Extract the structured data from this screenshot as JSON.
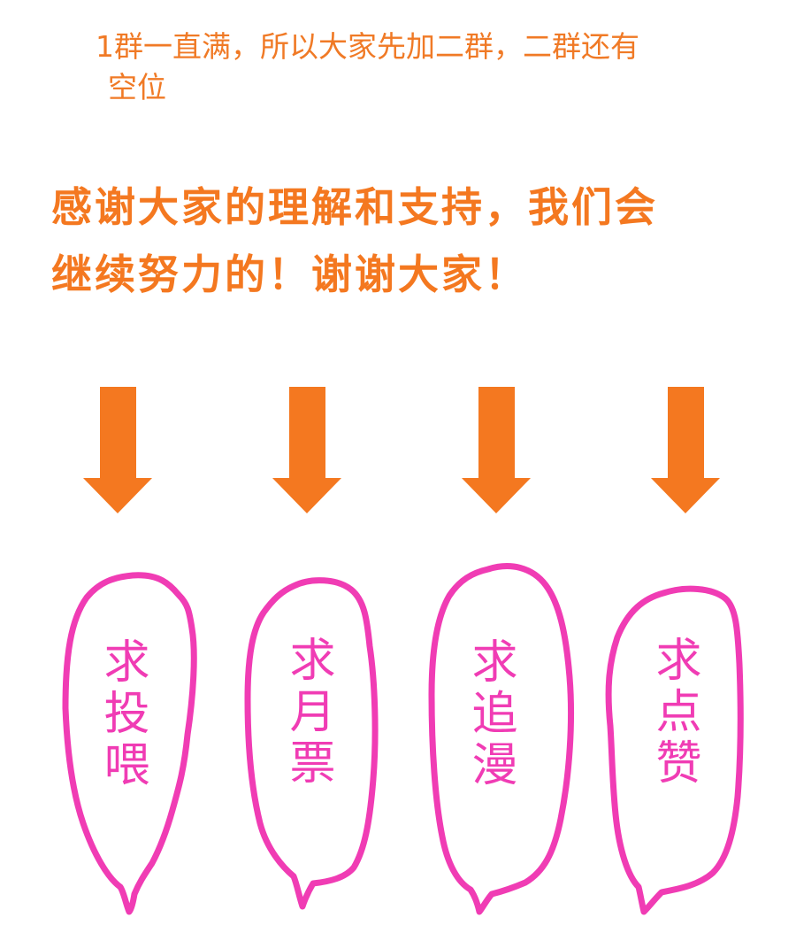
{
  "notice": {
    "line1": "1群一直满，所以大家先加二群，二群还有",
    "line2": "空位"
  },
  "thanks": {
    "line1": "感谢大家的理解和支持，我们会",
    "line2": "继续努力的！谢谢大家！"
  },
  "colors": {
    "orange": "#f47820",
    "pink": "#f03cb4",
    "background": "#ffffff"
  },
  "arrows": [
    {
      "icon": "arrow-down-icon"
    },
    {
      "icon": "arrow-down-icon"
    },
    {
      "icon": "arrow-down-icon"
    },
    {
      "icon": "arrow-down-icon"
    }
  ],
  "bubbles": [
    {
      "label": "求投喂"
    },
    {
      "label": "求月票"
    },
    {
      "label": "求追漫"
    },
    {
      "label": "求点赞"
    }
  ]
}
